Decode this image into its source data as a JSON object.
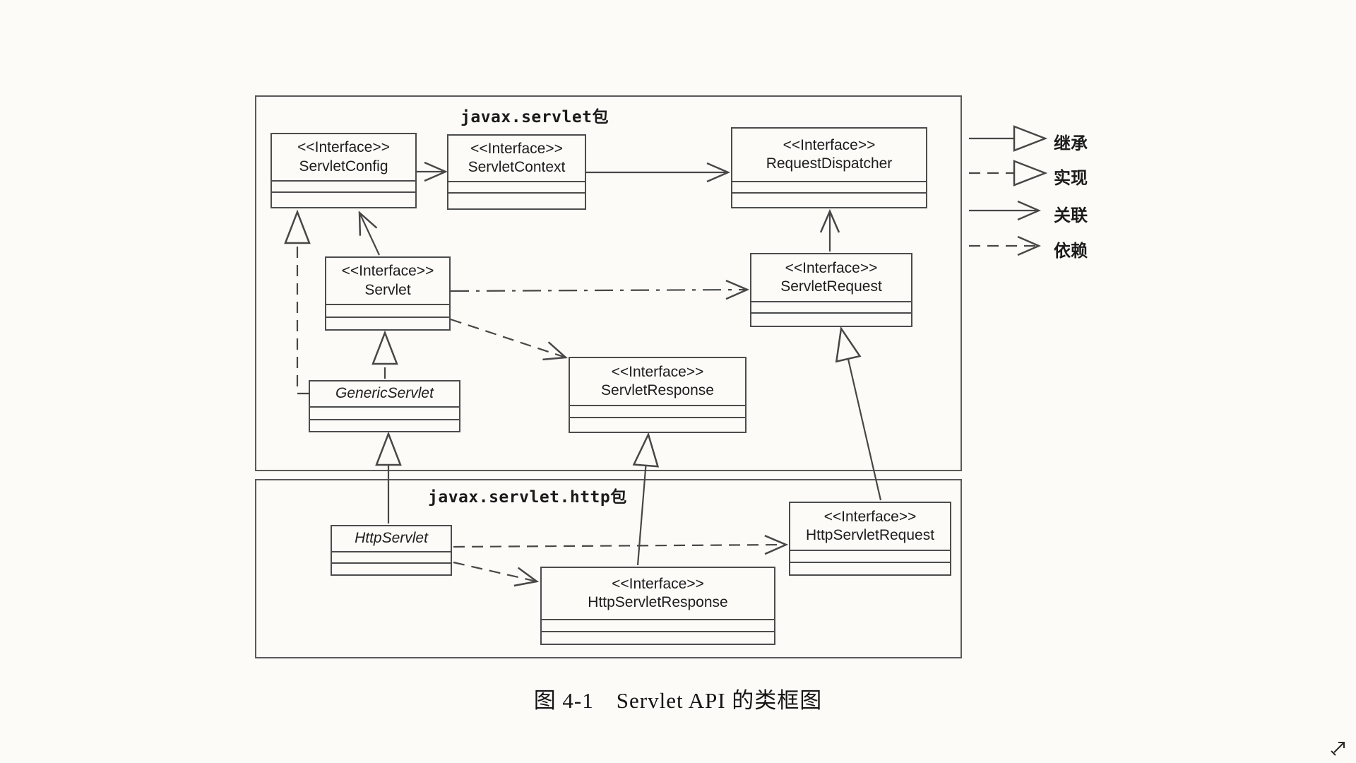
{
  "diagram": {
    "caption": "图 4-1　Servlet API 的类框图",
    "packages": [
      {
        "id": "javax-servlet",
        "label": "javax.servlet包"
      },
      {
        "id": "javax-servlet-http",
        "label": "javax.servlet.http包"
      }
    ],
    "classes": [
      {
        "id": "servlet-config",
        "stereotype": "<<Interface>>",
        "name": "ServletConfig"
      },
      {
        "id": "servlet-context",
        "stereotype": "<<Interface>>",
        "name": "ServletContext"
      },
      {
        "id": "request-dispatcher",
        "stereotype": "<<Interface>>",
        "name": "RequestDispatcher"
      },
      {
        "id": "servlet",
        "stereotype": "<<Interface>>",
        "name": "Servlet"
      },
      {
        "id": "servlet-request",
        "stereotype": "<<Interface>>",
        "name": "ServletRequest"
      },
      {
        "id": "generic-servlet",
        "stereotype": "",
        "name": "GenericServlet",
        "abstract_italic": true
      },
      {
        "id": "servlet-response",
        "stereotype": "<<Interface>>",
        "name": "ServletResponse"
      },
      {
        "id": "http-servlet",
        "stereotype": "",
        "name": "HttpServlet",
        "abstract_italic": true
      },
      {
        "id": "http-servlet-request",
        "stereotype": "<<Interface>>",
        "name": "HttpServletRequest"
      },
      {
        "id": "http-servlet-response",
        "stereotype": "<<Interface>>",
        "name": "HttpServletResponse"
      }
    ],
    "legend": [
      {
        "type": "inheritance",
        "line": "solid",
        "arrow": "hollow-triangle",
        "label": "继承"
      },
      {
        "type": "realization",
        "line": "dashed",
        "arrow": "hollow-triangle",
        "label": "实现"
      },
      {
        "type": "association",
        "line": "solid",
        "arrow": "open-vee",
        "label": "关联"
      },
      {
        "type": "dependency",
        "line": "dashed",
        "arrow": "open-vee",
        "label": "依赖"
      }
    ],
    "relationships": [
      {
        "from": "ServletConfig",
        "to": "ServletContext",
        "type": "association"
      },
      {
        "from": "ServletContext",
        "to": "RequestDispatcher",
        "type": "association"
      },
      {
        "from": "Servlet",
        "to": "ServletConfig",
        "type": "association"
      },
      {
        "from": "GenericServlet",
        "to": "ServletConfig",
        "type": "realization"
      },
      {
        "from": "GenericServlet",
        "to": "Servlet",
        "type": "realization"
      },
      {
        "from": "Servlet",
        "to": "ServletRequest",
        "type": "dependency"
      },
      {
        "from": "Servlet",
        "to": "ServletResponse",
        "type": "dependency"
      },
      {
        "from": "ServletRequest",
        "to": "RequestDispatcher",
        "type": "association"
      },
      {
        "from": "HttpServletRequest",
        "to": "ServletRequest",
        "type": "inheritance"
      },
      {
        "from": "HttpServletResponse",
        "to": "ServletResponse",
        "type": "inheritance"
      },
      {
        "from": "HttpServlet",
        "to": "GenericServlet",
        "type": "inheritance"
      },
      {
        "from": "HttpServlet",
        "to": "HttpServletRequest",
        "type": "dependency"
      },
      {
        "from": "HttpServlet",
        "to": "HttpServletResponse",
        "type": "dependency"
      }
    ],
    "cursor_icon": "ne-resize-arrow"
  }
}
